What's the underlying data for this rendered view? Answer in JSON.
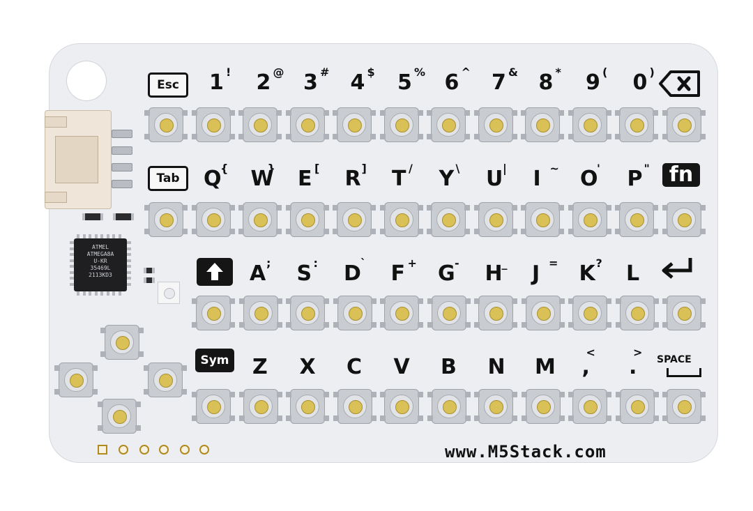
{
  "board": {
    "url": "www.M5Stack.com",
    "chip_lines": [
      "ATMEL",
      "ATMEGA8A",
      "U-KR",
      "35469L",
      "2113KD3"
    ]
  },
  "row1": {
    "esc": "Esc",
    "keys": [
      {
        "main": "1",
        "sup": "!"
      },
      {
        "main": "2",
        "sup": "@"
      },
      {
        "main": "3",
        "sup": "#"
      },
      {
        "main": "4",
        "sup": "$"
      },
      {
        "main": "5",
        "sup": "%"
      },
      {
        "main": "6",
        "sup": "^"
      },
      {
        "main": "7",
        "sup": "&"
      },
      {
        "main": "8",
        "sup": "*"
      },
      {
        "main": "9",
        "sup": "("
      },
      {
        "main": "0",
        "sup": ")"
      }
    ]
  },
  "row2": {
    "tab": "Tab",
    "fn": "fn",
    "keys": [
      {
        "main": "Q",
        "sup": "{"
      },
      {
        "main": "W",
        "sup": "}"
      },
      {
        "main": "E",
        "sup": "["
      },
      {
        "main": "R",
        "sup": "]"
      },
      {
        "main": "T",
        "sup": "/"
      },
      {
        "main": "Y",
        "sup": "\\"
      },
      {
        "main": "U",
        "sup": "|"
      },
      {
        "main": "I",
        "sup": "~"
      },
      {
        "main": "O",
        "sup": "'"
      },
      {
        "main": "P",
        "sup": "\""
      }
    ]
  },
  "row3": {
    "keys": [
      {
        "main": "A",
        "sup": ";"
      },
      {
        "main": "S",
        "sup": ":"
      },
      {
        "main": "D",
        "sup": "`"
      },
      {
        "main": "F",
        "sup": "+"
      },
      {
        "main": "G",
        "sup": "-"
      },
      {
        "main": "H",
        "sup": "_"
      },
      {
        "main": "J",
        "sup": "="
      },
      {
        "main": "K",
        "sup": "?"
      },
      {
        "main": "L",
        "sup": ""
      }
    ]
  },
  "row4": {
    "sym": "Sym",
    "space": "SPACE",
    "keys": [
      {
        "main": "Z",
        "sup": ""
      },
      {
        "main": "X",
        "sup": ""
      },
      {
        "main": "C",
        "sup": ""
      },
      {
        "main": "V",
        "sup": ""
      },
      {
        "main": "B",
        "sup": ""
      },
      {
        "main": "N",
        "sup": ""
      },
      {
        "main": "M",
        "sup": ""
      },
      {
        "main": ",",
        "sup": "<"
      },
      {
        "main": ".",
        "sup": ">"
      }
    ]
  },
  "icons": {
    "backspace": "backspace-icon",
    "shift": "shift-arrow-icon",
    "enter": "enter-arrow-icon"
  },
  "colors": {
    "board": "#eceef1",
    "button_dome": "#d9c157",
    "label_black": "#111111"
  }
}
